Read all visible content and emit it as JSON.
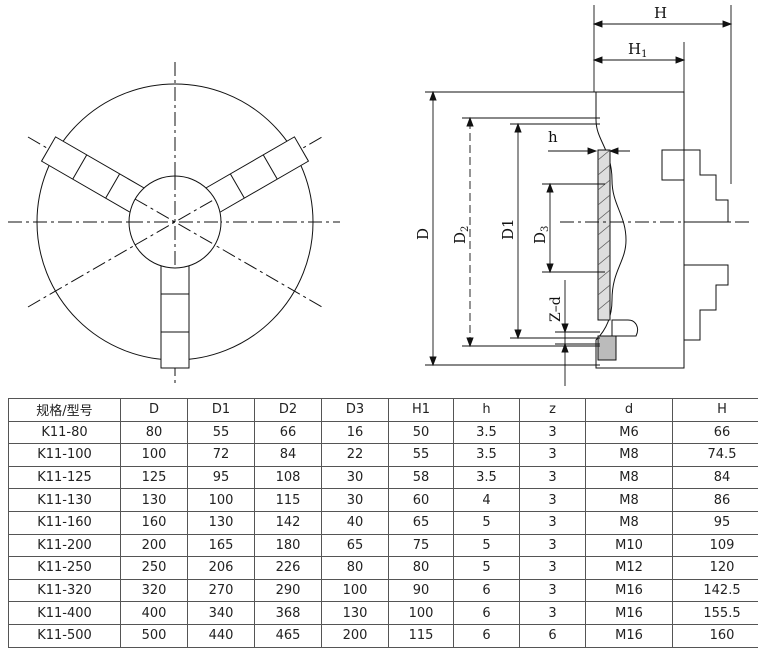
{
  "drawing": {
    "front_view_labels": {
      "H": "H",
      "H1": "H",
      "H1_sub": "1",
      "h": "h",
      "D": "D",
      "D2": "D",
      "D2_sub": "2",
      "D1": "D1",
      "D3": "D",
      "D3_sub": "3",
      "Z_d": "Z–d"
    }
  },
  "table": {
    "headers": [
      "规格/型号",
      "D",
      "D1",
      "D2",
      "D3",
      "H1",
      "h",
      "z",
      "d",
      "H"
    ],
    "rows": [
      [
        "K11-80",
        "80",
        "55",
        "66",
        "16",
        "50",
        "3.5",
        "3",
        "M6",
        "66"
      ],
      [
        "K11-100",
        "100",
        "72",
        "84",
        "22",
        "55",
        "3.5",
        "3",
        "M8",
        "74.5"
      ],
      [
        "K11-125",
        "125",
        "95",
        "108",
        "30",
        "58",
        "3.5",
        "3",
        "M8",
        "84"
      ],
      [
        "K11-130",
        "130",
        "100",
        "115",
        "30",
        "60",
        "4",
        "3",
        "M8",
        "86"
      ],
      [
        "K11-160",
        "160",
        "130",
        "142",
        "40",
        "65",
        "5",
        "3",
        "M8",
        "95"
      ],
      [
        "K11-200",
        "200",
        "165",
        "180",
        "65",
        "75",
        "5",
        "3",
        "M10",
        "109"
      ],
      [
        "K11-250",
        "250",
        "206",
        "226",
        "80",
        "80",
        "5",
        "3",
        "M12",
        "120"
      ],
      [
        "K11-320",
        "320",
        "270",
        "290",
        "100",
        "90",
        "6",
        "3",
        "M16",
        "142.5"
      ],
      [
        "K11-400",
        "400",
        "340",
        "368",
        "130",
        "100",
        "6",
        "3",
        "M16",
        "155.5"
      ],
      [
        "K11-500",
        "500",
        "440",
        "465",
        "200",
        "115",
        "6",
        "6",
        "M16",
        "160"
      ]
    ]
  }
}
